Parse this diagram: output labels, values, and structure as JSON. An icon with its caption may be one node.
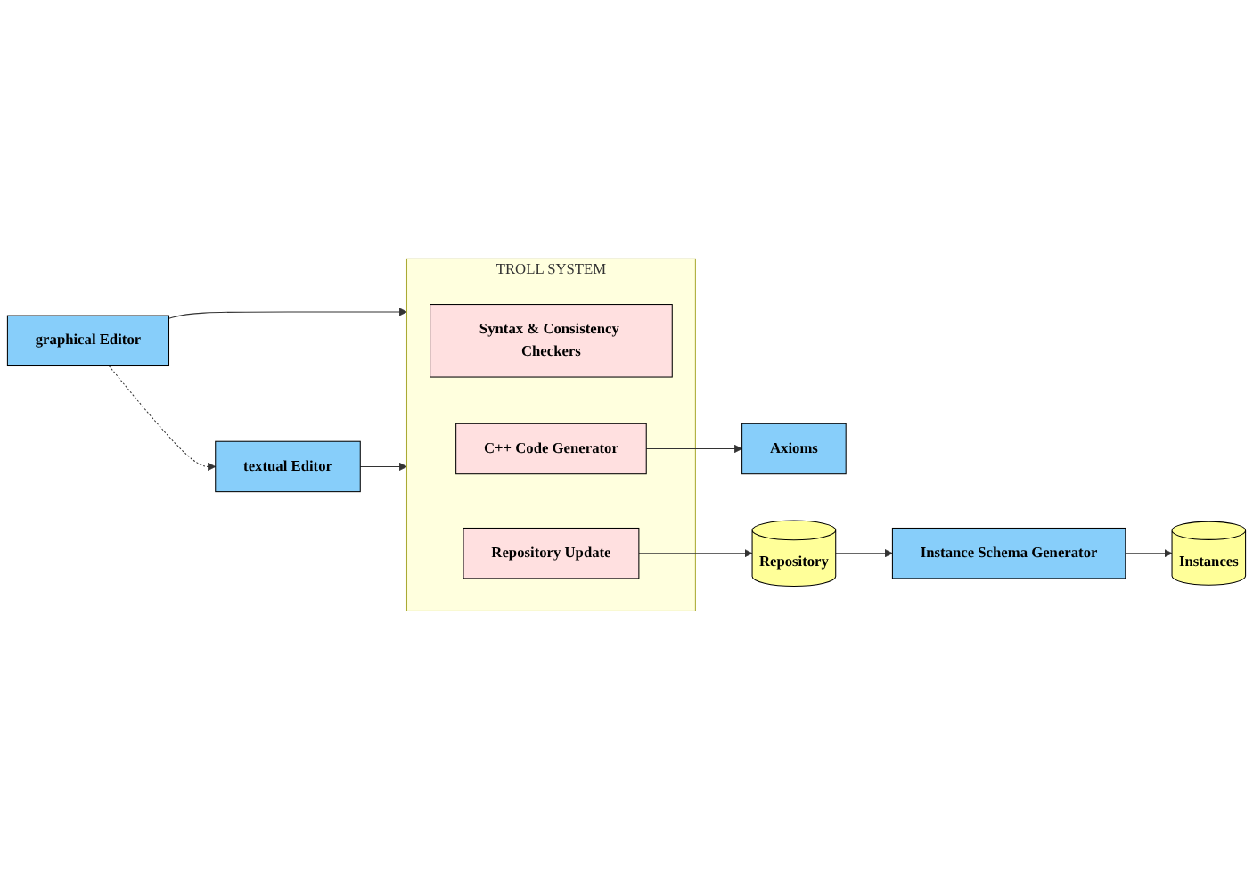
{
  "diagram": {
    "nodes": [
      {
        "text": [
          "graphical Editor"
        ]
      },
      {
        "text": [
          "textual Editor"
        ]
      },
      {
        "text": [
          "TROLL SYSTEM"
        ]
      },
      {
        "text": [
          "Syntax & Consistency Checkers"
        ],
        "in": 2
      },
      {
        "text": [
          "Repository Update"
        ],
        "in": 2
      },
      {
        "text": [
          "C++ Code Generator"
        ],
        "in": 2
      },
      {
        "text": [
          "Axioms"
        ]
      },
      {
        "text": [
          "Repository"
        ]
      },
      {
        "text": [
          "Instance Schema Generator"
        ]
      },
      {
        "text": [
          "Instances"
        ]
      }
    ],
    "edges": [
      {
        "from": 0,
        "to": 2,
        "arrow": "to"
      },
      {
        "from": 0,
        "to": 1,
        "arrow": "to",
        "style": "dashed"
      },
      {
        "from": 1,
        "to": 2,
        "arrow": "to"
      },
      {
        "from": 5,
        "to": 6,
        "arrow": "to"
      },
      {
        "from": 4,
        "to": 7,
        "arrow": "to"
      },
      {
        "from": 7,
        "to": 8,
        "arrow": "to"
      },
      {
        "from": 8,
        "to": 9,
        "arrow": "to"
      }
    ]
  }
}
